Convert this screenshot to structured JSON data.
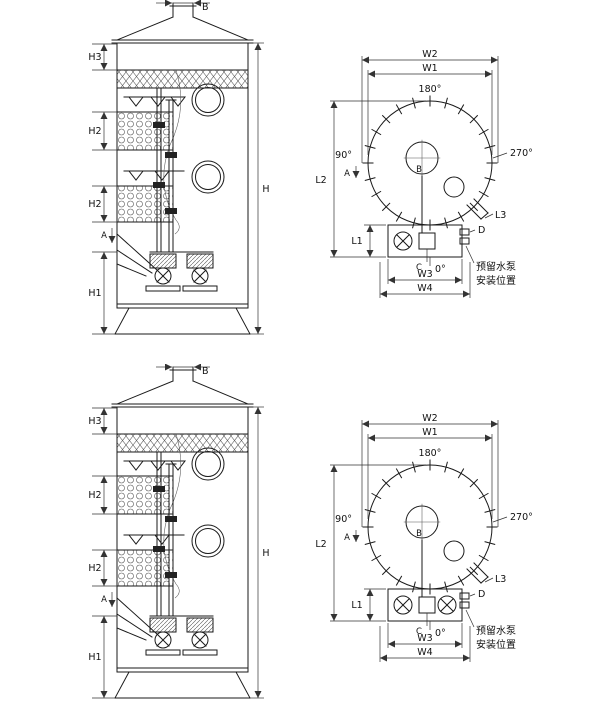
{
  "drawing": {
    "background": "#ffffff",
    "line_color": "#1a1a1a"
  },
  "rows": [
    {
      "name": "scrubber-tower-drawing-1",
      "elevation": {
        "b": "B",
        "h3": "H3",
        "h2_upper": "H2",
        "h2_lower": "H2",
        "h1": "H1",
        "h": "H",
        "a": "A"
      },
      "plan": {
        "w1": "W1",
        "w2": "W2",
        "w3": "W3",
        "w4": "W4",
        "l1": "L1",
        "l2": "L2",
        "l3": "L3",
        "deg_0": "0°",
        "deg_90": "90°",
        "deg_180": "180°",
        "deg_270": "270°",
        "a": "A",
        "b": "B",
        "c": "C",
        "d": "D",
        "pump_note_line1": "预留水泵",
        "pump_note_line2": "安装位置"
      }
    },
    {
      "name": "scrubber-tower-drawing-2",
      "elevation": {
        "b": "B",
        "h3": "H3",
        "h2_upper": "H2",
        "h2_lower": "H2",
        "h1": "H1",
        "h": "H",
        "a": "A"
      },
      "plan": {
        "w1": "W1",
        "w2": "W2",
        "w3": "W3",
        "w4": "W4",
        "l1": "L1",
        "l2": "L2",
        "l3": "L3",
        "deg_0": "0°",
        "deg_90": "90°",
        "deg_180": "180°",
        "deg_270": "270°",
        "a": "A",
        "b": "B",
        "c": "C",
        "d": "D",
        "pump_note_line1": "预留水泵",
        "pump_note_line2": "安装位置"
      }
    }
  ]
}
